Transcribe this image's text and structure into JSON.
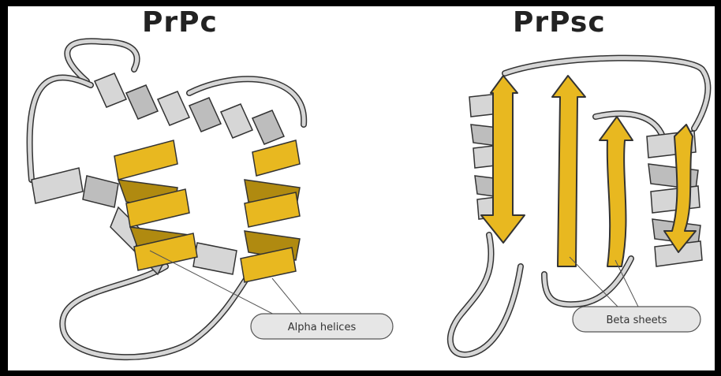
{
  "diagram": {
    "left_panel": {
      "title": "PrPc",
      "callout": "Alpha helices"
    },
    "right_panel": {
      "title": "PrPsc",
      "callout": "Beta sheets"
    }
  },
  "colors": {
    "helix_yellow": "#e8b820",
    "helix_yellow_dark": "#b08a10",
    "coil_gray": "#d6d6d6",
    "outline": "#333333",
    "callout_fill": "#e6e6e6"
  },
  "icons": {
    "alpha_helix": "yellow-ribbon-helix",
    "beta_sheet": "yellow-arrow-strand",
    "coil": "gray-tube-loop"
  }
}
